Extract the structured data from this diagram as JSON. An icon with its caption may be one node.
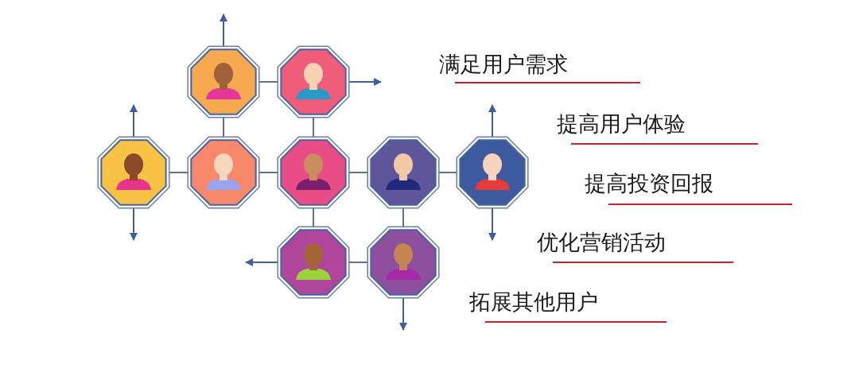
{
  "diagram": {
    "nodes": [
      {
        "text": [],
        "shape": "octagon"
      },
      {
        "text": [],
        "shape": "octagon"
      },
      {
        "text": [],
        "shape": "octagon"
      },
      {
        "text": [],
        "shape": "octagon"
      },
      {
        "text": [],
        "shape": "octagon"
      },
      {
        "text": [],
        "shape": "octagon"
      },
      {
        "text": [],
        "shape": "octagon"
      },
      {
        "text": [],
        "shape": "octagon"
      },
      {
        "text": [],
        "shape": "octagon"
      }
    ],
    "edges": [
      {
        "from": 0,
        "to": 1,
        "arrow": "none"
      },
      {
        "from": 0,
        "to": 3,
        "arrow": "none"
      },
      {
        "from": 1,
        "to": 4,
        "arrow": "none"
      },
      {
        "from": 2,
        "to": 3,
        "arrow": "none"
      },
      {
        "from": 3,
        "to": 4,
        "arrow": "none"
      },
      {
        "from": 4,
        "to": 5,
        "arrow": "none"
      },
      {
        "from": 5,
        "to": 6,
        "arrow": "none"
      },
      {
        "from": 4,
        "to": 7,
        "arrow": "none"
      },
      {
        "from": 5,
        "to": 8,
        "arrow": "none"
      },
      {
        "from": 7,
        "to": 8,
        "arrow": "none"
      },
      {
        "from": 0,
        "to": null,
        "arrow": "to"
      },
      {
        "from": 1,
        "to": null,
        "arrow": "to"
      },
      {
        "from": 2,
        "to": null,
        "arrow": "to"
      },
      {
        "from": 2,
        "to": null,
        "arrow": "to"
      },
      {
        "from": 6,
        "to": null,
        "arrow": "to"
      },
      {
        "from": 6,
        "to": null,
        "arrow": "to"
      },
      {
        "from": 7,
        "to": null,
        "arrow": "to"
      },
      {
        "from": 8,
        "to": null,
        "arrow": "to"
      }
    ],
    "labels": [
      "满足用户需求",
      "提高用户体验",
      "提高投资回报",
      "优化营销活动",
      "拓展其他用户"
    ]
  }
}
